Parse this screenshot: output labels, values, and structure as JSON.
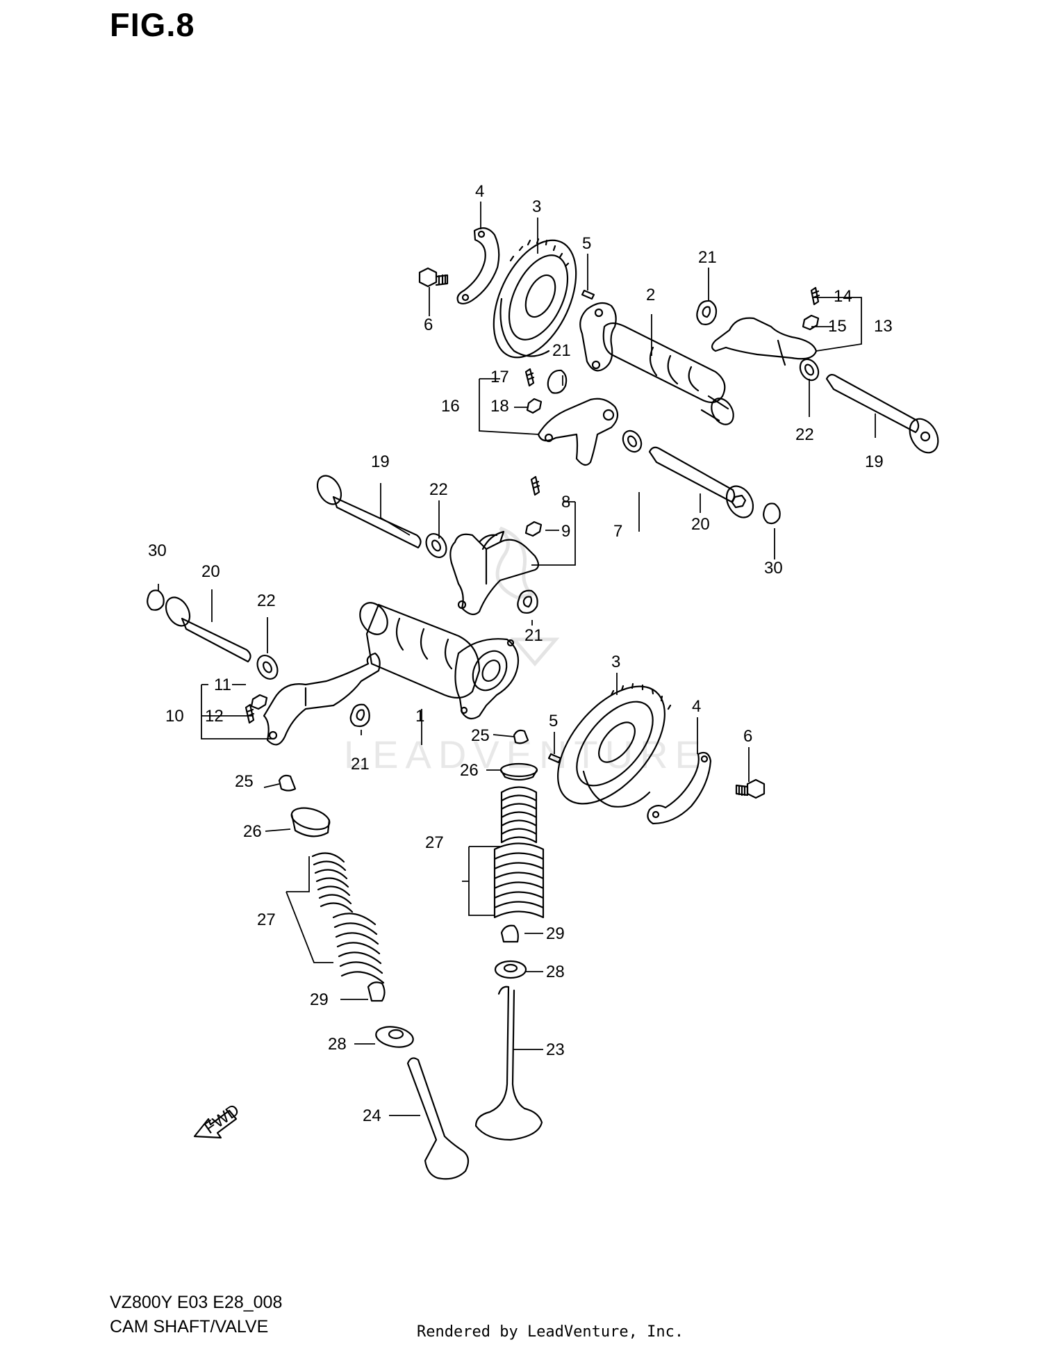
{
  "figure_title": "FIG.8",
  "watermark": "LEADVENTURE",
  "fwd_label": "FWD",
  "model_code": "VZ800Y E03 E28_008",
  "section_title": "CAM SHAFT/VALVE",
  "rendered_by": "Rendered by LeadVenture, Inc.",
  "callouts": {
    "c4a": "4",
    "c3a": "3",
    "c5a": "5",
    "c21a": "21",
    "c6a": "6",
    "c2": "2",
    "c14": "14",
    "c15": "15",
    "c13": "13",
    "c17": "17",
    "c21b": "21",
    "c16": "16",
    "c18": "18",
    "c22a": "22",
    "c19a": "19",
    "c19b": "19",
    "c22b": "22",
    "c8": "8",
    "c9": "9",
    "c7": "7",
    "c20a": "20",
    "c30a": "30",
    "c30b": "30",
    "c20b": "20",
    "c22c": "22",
    "c21c": "21",
    "c11": "11",
    "c10": "10",
    "c12": "12",
    "c1": "1",
    "c3b": "3",
    "c4b": "4",
    "c5b": "5",
    "c25a": "25",
    "c6b": "6",
    "c21d": "21",
    "c26a": "26",
    "c25b": "25",
    "c26b": "26",
    "c27a": "27",
    "c27b": "27",
    "c29a": "29",
    "c28a": "28",
    "c29b": "29",
    "c28b": "28",
    "c23": "23",
    "c24": "24"
  }
}
